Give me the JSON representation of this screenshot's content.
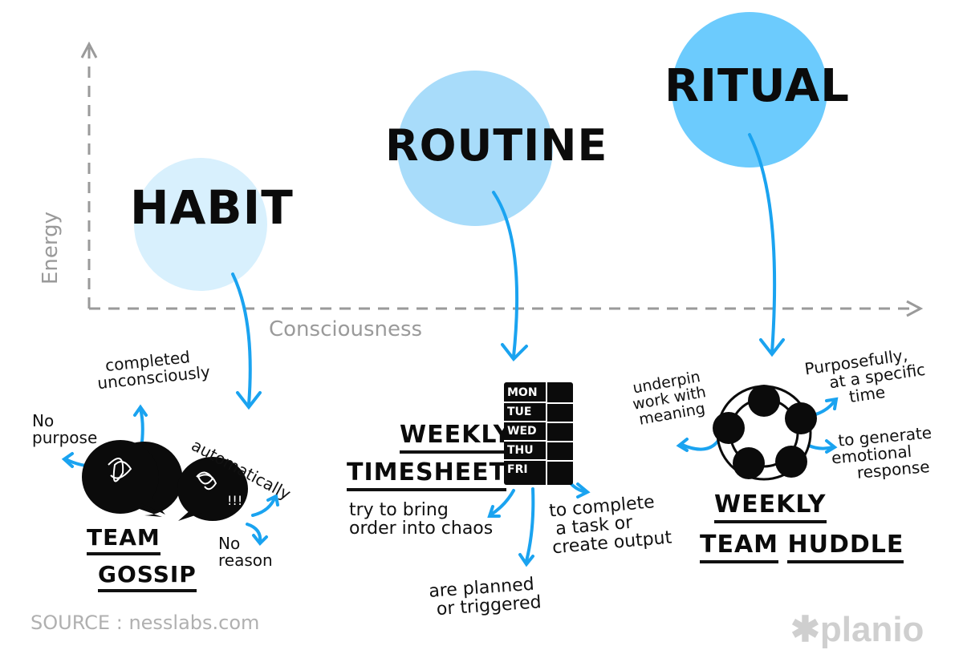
{
  "axes": {
    "y_label": "Energy",
    "x_label": "Consciousness"
  },
  "concepts": [
    {
      "title": "HABIT",
      "circle_color": "#d8f0fd",
      "example": {
        "line1": "TEAM",
        "line2": "GOSSIP"
      },
      "notes": [
        "No purpose",
        "completed unconsciously",
        "automatically",
        "No reason"
      ]
    },
    {
      "title": "ROUTINE",
      "circle_color": "#a8dcfa",
      "example": {
        "line1": "WEEKLY",
        "line2": "TIMESHEET"
      },
      "calendar_days": [
        "MON",
        "TUE",
        "WED",
        "THU",
        "FRI"
      ],
      "notes": [
        "try to bring order into chaos",
        "are planned or triggered",
        "to complete a task or create output"
      ]
    },
    {
      "title": "RITUAL",
      "circle_color": "#6ccbfd",
      "example": {
        "line1": "WEEKLY",
        "line2a": "TEAM",
        "line2b": "HUDDLE"
      },
      "notes": [
        "underpin work with meaning",
        "Purposefully, at a specific time",
        "to generate emotional response"
      ]
    }
  ],
  "notes_lines": {
    "habit_no_purpose": [
      "No",
      "purpose"
    ],
    "habit_completed": [
      "completed",
      "unconsciously"
    ],
    "habit_auto": "automatically",
    "habit_no_reason": [
      "No",
      "reason"
    ],
    "routine_order": [
      "try to bring",
      "order into chaos"
    ],
    "routine_planned": [
      "are planned",
      "or triggered"
    ],
    "routine_complete": [
      "to complete",
      "a task or",
      "create output"
    ],
    "ritual_underpin": [
      "underpin",
      "work with",
      "meaning"
    ],
    "ritual_purpose": [
      "Purposefully,",
      "at a specific",
      "time"
    ],
    "ritual_generate": [
      "to generate",
      "emotional",
      "response"
    ]
  },
  "footer": {
    "source": "SOURCE : nesslabs.com",
    "brand": "planio",
    "brand_mark": "✱"
  },
  "colors": {
    "arrow_blue": "#1aa3f0",
    "axis_gray": "#9a9a9a",
    "ink": "#0b0b0b"
  }
}
